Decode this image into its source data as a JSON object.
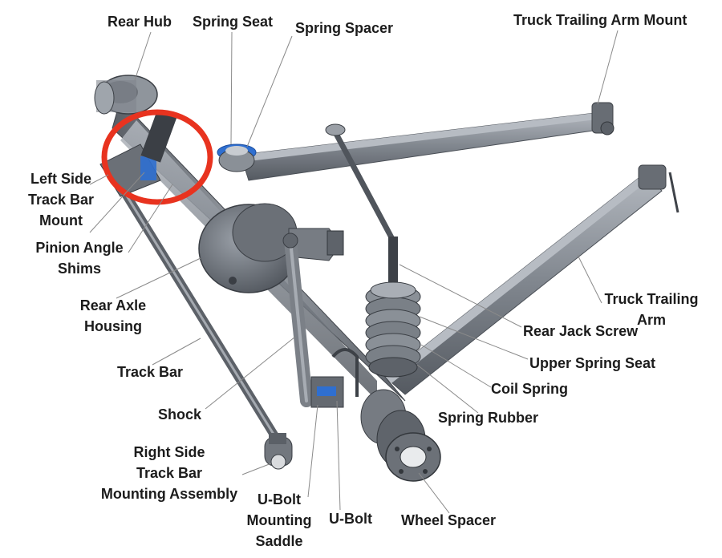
{
  "diagram": {
    "labels": {
      "rear_hub": "Rear Hub",
      "spring_seat": "Spring Seat",
      "spring_spacer": "Spring Spacer",
      "truck_trailing_arm_mount": "Truck Trailing Arm Mount",
      "left_side_track_bar_mount": [
        "Left Side",
        "Track Bar",
        "Mount"
      ],
      "pinion_angle_shims": [
        "Pinion Angle",
        "Shims"
      ],
      "rear_axle_housing": [
        "Rear Axle",
        "Housing"
      ],
      "track_bar": "Track Bar",
      "shock": "Shock",
      "right_side_track_bar_mounting_assembly": [
        "Right Side",
        "Track Bar",
        "Mounting Assembly"
      ],
      "u_bolt_mounting_saddle": [
        "U-Bolt",
        "Mounting",
        "Saddle"
      ],
      "u_bolt": "U-Bolt",
      "wheel_spacer": "Wheel Spacer",
      "spring_rubber": "Spring Rubber",
      "coil_spring": "Coil Spring",
      "upper_spring_seat": "Upper Spring Seat",
      "rear_jack_screw": "Rear Jack Screw",
      "truck_trailing_arm": [
        "Truck Trailing",
        "Arm"
      ]
    },
    "colors": {
      "metal": "#7d838c",
      "metal_dark": "#4f545b",
      "metal_light": "#a9aeb5",
      "highlight_circle": "#e8331f",
      "spacer_blue": "#2f6fd0",
      "leader_line": "#8a8a8a"
    }
  }
}
